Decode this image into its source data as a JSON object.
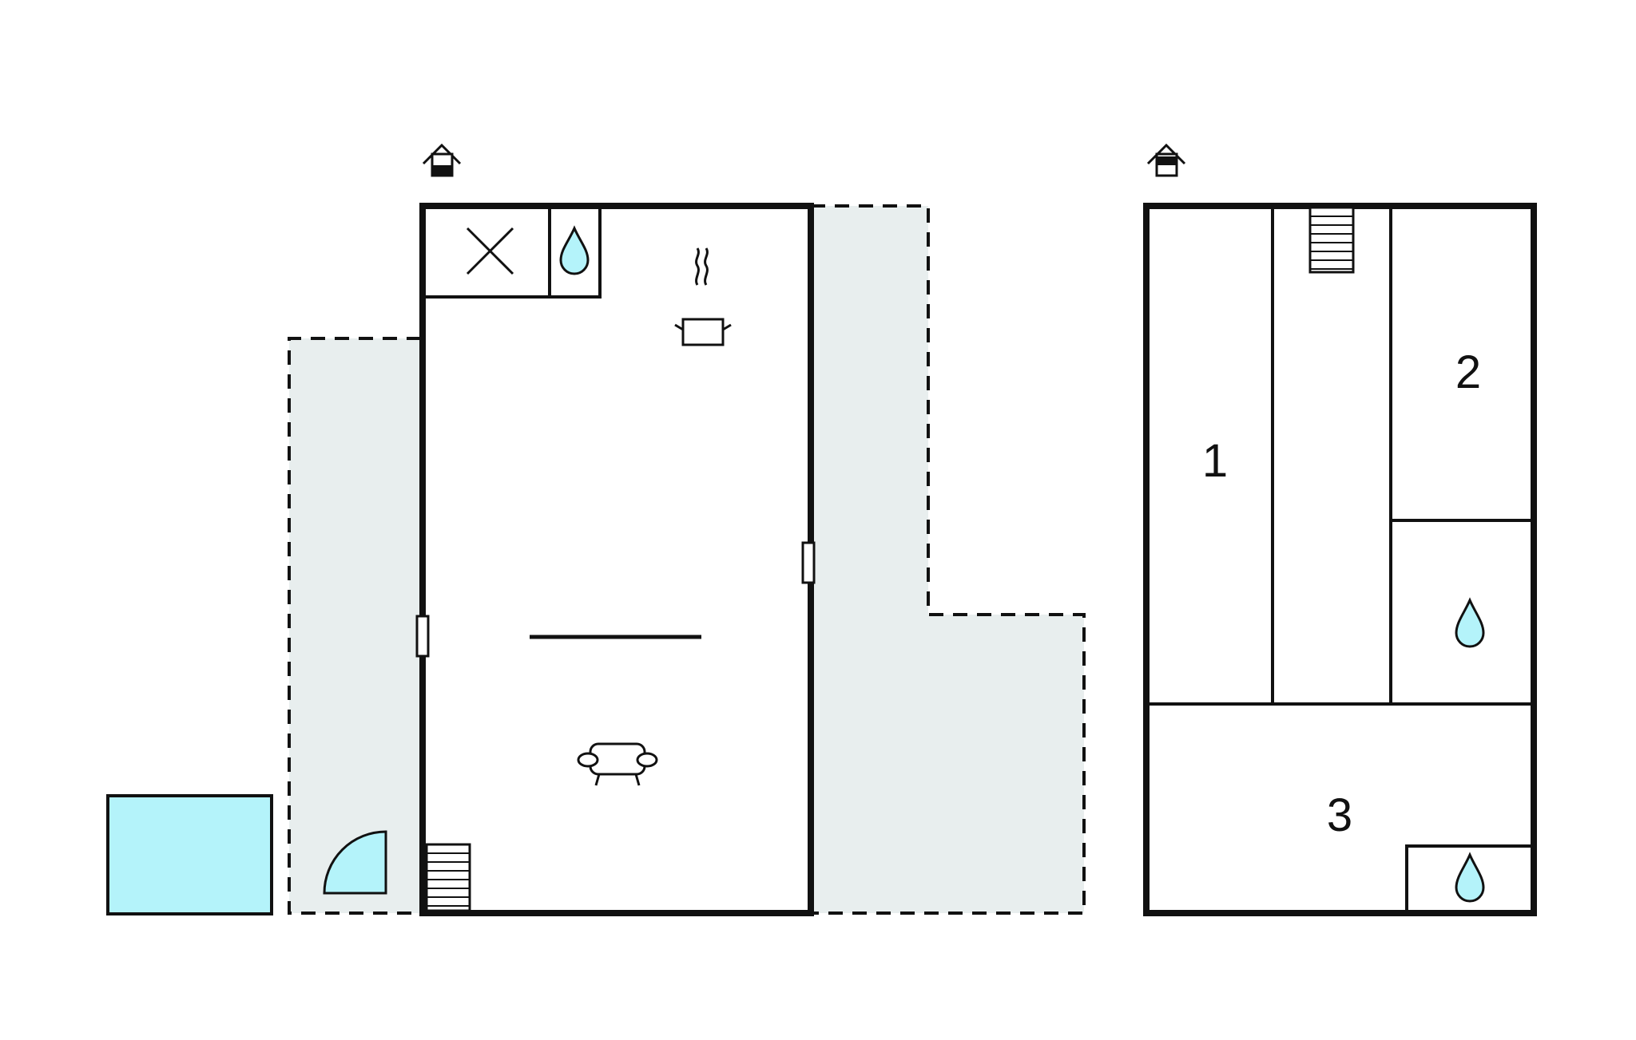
{
  "colors": {
    "wall": "#111111",
    "terrace": "#e8eeee",
    "water": "#b4f3fa",
    "background": "#ffffff"
  },
  "ground_floor": {
    "floor_icon": "house-ground-floor-icon",
    "utility_icon": "cross-icon",
    "water_icon": "water-drop-icon",
    "kitchen_icon": "cooking-pot-icon",
    "living_icon": "sofa-icon",
    "stairs_icon": "stairs-icon",
    "door_icon": "door-swing-icon",
    "pool": "pool"
  },
  "upper_floor": {
    "floor_icon": "house-upper-floor-icon",
    "rooms": [
      "1",
      "2",
      "3"
    ],
    "stairs_icon": "stairs-icon",
    "water_icon": "water-drop-icon"
  }
}
